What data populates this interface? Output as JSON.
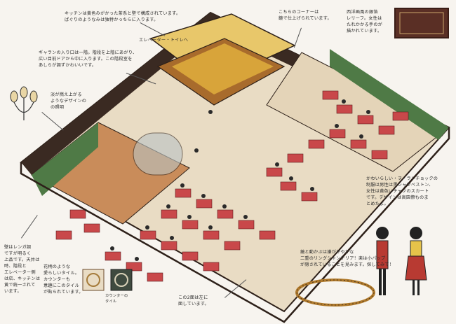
{
  "annotations": {
    "kitchen": [
      "キッチンは黄色みがかった茶系と壁で構成されています。",
      "ぱぐりのようなみは独特かっちらに入ります。"
    ],
    "elevator": [
      "エレベーター・トイレへ"
    ],
    "entrance": [
      "ギャランの入り口は一階。階段を上階にあがり、",
      "広い目前ドアから中に入ります。この階段室を",
      "あしらが調ずかわいいです。"
    ],
    "lighting": [
      "淡が燃え上がる",
      "ようなデザインの",
      "の照明"
    ],
    "counter": [
      "こちらのコーナーは",
      "鏡で仕上げられています。"
    ],
    "painting": [
      "西洋画風の銀箔",
      "レリーフ。女性は",
      "たれかかる手のが",
      "描かれています。"
    ],
    "uniform": [
      "かわいらしい・ヲ・ランチョックの",
      "制服は男性は黒シャツベストン、",
      "女性は黄色いチャツのスカート",
      "です。デザインは高園僚ものま",
      "とめたよ。"
    ],
    "wall": [
      "壁はレンガ調",
      "ですが明るく",
      "上品です。天井は",
      "時、階段と",
      "エレベーター側",
      "は店、キッチンは",
      "黄で統一されて",
      "います。"
    ],
    "tiles": [
      "花柄のような",
      "愛らしいタイル。",
      "カウンターも",
      "意趣にこのタイル",
      "が貼られています。"
    ],
    "floor": [
      "この2面は左に",
      "面しています。"
    ],
    "chandelier": [
      "鏡と動かぶは嫌がかやかな",
      "二重のリングシャンデリア！楽は小パップ",
      "が隠されていることを見みます。探してみて！"
    ],
    "tile_caption": [
      "カウンターの",
      "タイル"
    ]
  },
  "palette": {
    "floor": "#e9dcc4",
    "wall_red": "#b83a32",
    "wall_dark": "#3a2a22",
    "brick_green": "#4f7a46",
    "seat_red": "#c9484a",
    "table": "#f2ead8",
    "gold": "#d8a43a",
    "paper": "#f7f4ef"
  }
}
